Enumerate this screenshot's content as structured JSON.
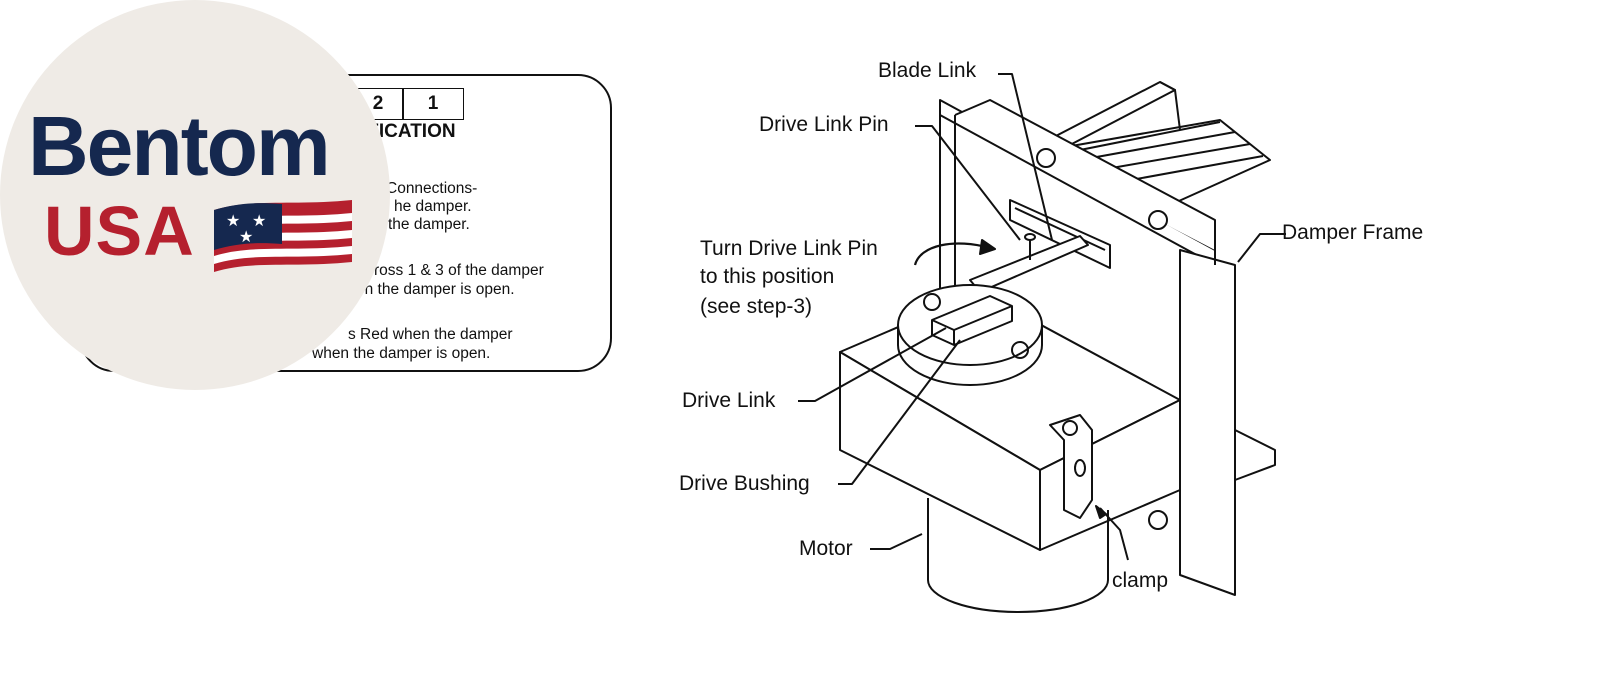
{
  "label_card": {
    "terminal_2": "2",
    "terminal_1": "1",
    "title_fragment": "IFICATION",
    "lines": [
      "Connections-",
      "he damper.",
      "the damper.",
      "ross 1 & 3 of the damper",
      "en the damper is open.",
      "s Red when the damper",
      "when the damper is open."
    ]
  },
  "logo": {
    "brand_top": "Bentom",
    "brand_bottom": "USA",
    "colors": {
      "navy": "#15284f",
      "red": "#b5202e",
      "badge": "#efebe6"
    }
  },
  "diagram": {
    "callouts": {
      "blade_link": "Blade Link",
      "drive_link_pin": "Drive Link Pin",
      "turn_instruction_1": "Turn Drive Link Pin",
      "turn_instruction_2": "to this position",
      "turn_instruction_3": "(see step-3)",
      "damper_frame": "Damper Frame",
      "drive_link": "Drive Link",
      "drive_bushing": "Drive Bushing",
      "motor": "Motor",
      "clamp": "clamp"
    }
  }
}
